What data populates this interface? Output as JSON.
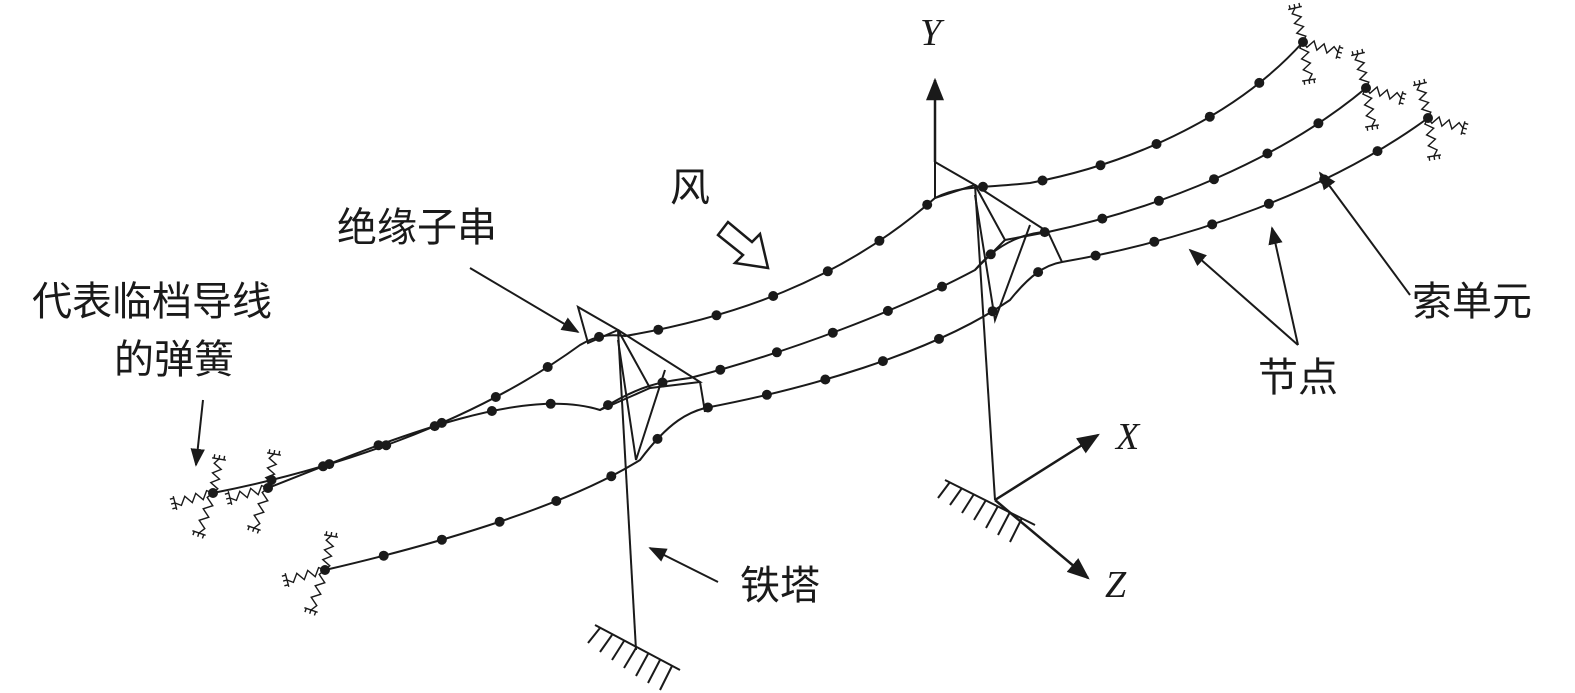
{
  "axes": {
    "y": "Y",
    "x": "X",
    "z": "Z"
  },
  "labels": {
    "wind": "风",
    "insulator": "绝缘子串",
    "spring_line1": "代表临档导线",
    "spring_line2": "的弹簧",
    "tower": "铁塔",
    "cable_element": "索单元",
    "node": "节点"
  },
  "colors": {
    "ink": "#1a1a1a",
    "background": "#ffffff"
  }
}
